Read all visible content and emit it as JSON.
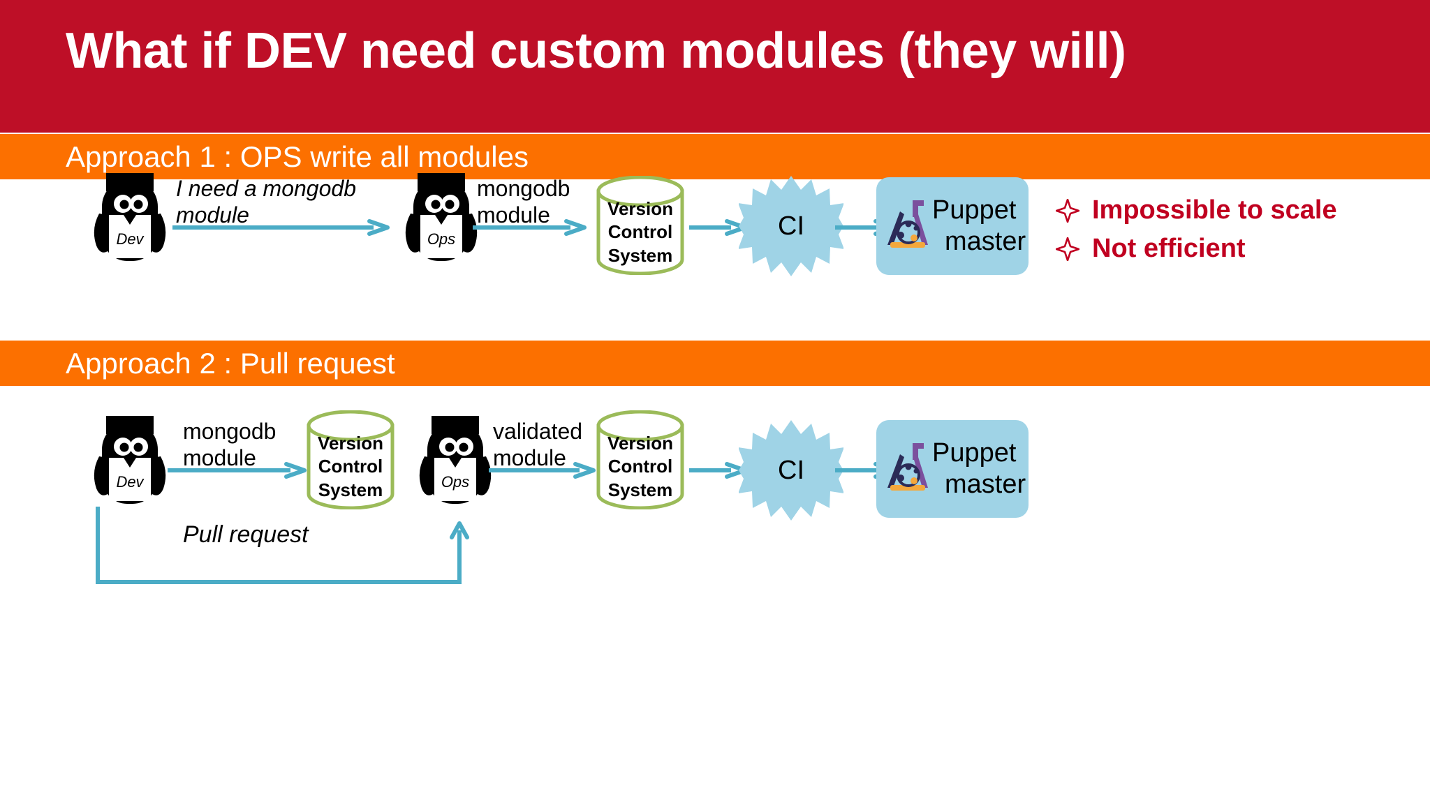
{
  "slide": {
    "title": "What if DEV need custom modules (they will)",
    "header_color": "#be0f27",
    "section_color": "#fc7000",
    "accent_arrow_color": "#4bacc6",
    "cylinder_border_color": "#9bbb59",
    "burst_color": "#9fd3e6",
    "puppet_box_color": "#9fd3e6",
    "bullet_color": "#c00020"
  },
  "approach1": {
    "label": "Approach 1 : OPS write all modules",
    "nodes": {
      "dev": "Dev",
      "ops": "Ops",
      "vcs": {
        "line1": "Version",
        "line2": "Control",
        "line3": "System"
      },
      "ci": "CI",
      "puppet": {
        "line1": "Puppet",
        "line2": "master"
      }
    },
    "arrow_labels": {
      "dev_to_ops": "I need a mongodb\nmodule",
      "ops_to_vcs": "mongodb\nmodule"
    },
    "bullets": [
      "Impossible to scale",
      "Not efficient"
    ]
  },
  "approach2": {
    "label": "Approach 2 : Pull request",
    "nodes": {
      "dev": "Dev",
      "vcs1": {
        "line1": "Version",
        "line2": "Control",
        "line3": "System"
      },
      "ops": "Ops",
      "vcs2": {
        "line1": "Version",
        "line2": "Control",
        "line3": "System"
      },
      "ci": "CI",
      "puppet": {
        "line1": "Puppet",
        "line2": "master"
      }
    },
    "arrow_labels": {
      "dev_to_vcs1": "mongodb\nmodule",
      "ops_to_vcs2": "validated\nmodule",
      "pull_request": "Pull request"
    }
  }
}
